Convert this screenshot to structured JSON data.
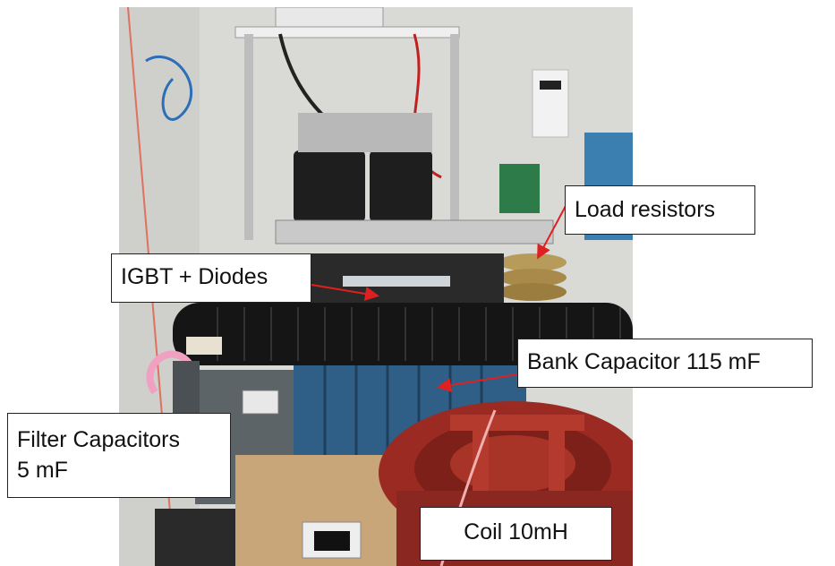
{
  "labels": {
    "load_resistors": "Load resistors",
    "igbt_diodes": "IGBT + Diodes",
    "bank_capacitor": "Bank Capacitor 115 mF",
    "filter_capacitors_line1": "Filter Capacitors",
    "filter_capacitors_line2": "5 mF",
    "coil": "Coil 10mH"
  },
  "colors": {
    "arrow": "#e02020",
    "label_border": "#222222",
    "coil_red": "#9b2b22",
    "wall": "#dcdcd8",
    "cabinet_blue": "#2f5f86"
  }
}
